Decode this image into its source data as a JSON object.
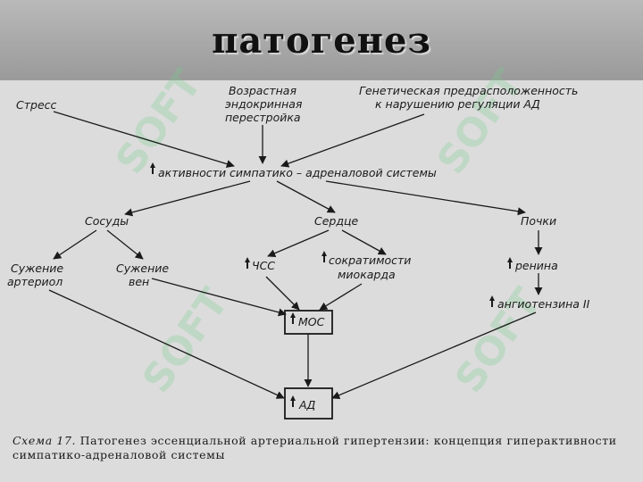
{
  "title": "патогенез",
  "watermark": "SOFT",
  "nodes": {
    "stress": "Стресс",
    "age_l1": "Возрастная",
    "age_l2": "эндокринная",
    "age_l3": "перестройка",
    "gen_l1": "Генетическая предрасположенность",
    "gen_l2": "к нарушению регуляции АД",
    "sympa": "активности симпатико – адреналовой системы",
    "vessels": "Сосуды",
    "heart": "Сердце",
    "kidneys": "Почки",
    "art_l1": "Сужение",
    "art_l2": "артериол",
    "vein_l1": "Сужение",
    "vein_l2": "вен",
    "hr": "ЧСС",
    "contr_l1": "сократимости",
    "contr_l2": "миокарда",
    "renin": "ренина",
    "angio": "ангиотензина II",
    "mos": "МОС",
    "ad": "АД"
  },
  "caption": {
    "lead": "Схема 17.",
    "text": "Патогенез эссенциальной артериальной гипертензии: концепция гиперактивности симпатико-адреналовой системы"
  }
}
